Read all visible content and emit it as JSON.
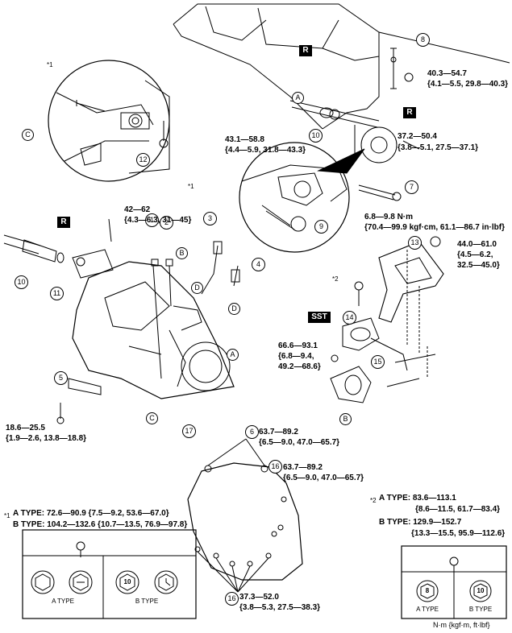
{
  "tags": {
    "r": "R",
    "sst": "SST"
  },
  "callouts": [
    "1",
    "2",
    "3",
    "4",
    "5",
    "6",
    "7",
    "8",
    "9",
    "10",
    "11",
    "12",
    "13",
    "14",
    "15",
    "16",
    "17"
  ],
  "letters": [
    "A",
    "B",
    "C",
    "D"
  ],
  "star1": "*1",
  "star2": "*2",
  "torques": {
    "t8": {
      "line1": "40.3—54.7",
      "line2": "{4.1—5.5, 29.8—40.3}"
    },
    "t_balljoint": {
      "line1": "37.2—50.4",
      "line2": "{3.8—5.1, 27.5—37.1}"
    },
    "t_knuckle": {
      "line1": "43.1—58.8",
      "line2": "{4.4—5.9, 31.8—43.3}"
    },
    "t7": {
      "line1": "6.8—9.8 N·m",
      "line2": "{70.4—99.9 kgf·cm, 61.1—86.7 in·lbf}"
    },
    "t_bracket": {
      "line1": "42—62",
      "line2": "{4.3—6.3, 31—45}"
    },
    "t_mountnut": {
      "line1": "44.0—61.0",
      "line2": "{4.5—6.2,",
      "line3": "32.5—45.0}"
    },
    "t_mount": {
      "line1": "66.6—93.1",
      "line2": "{6.8—9.4,",
      "line3": "49.2—68.6}"
    },
    "t5": {
      "line1": "18.6—25.5",
      "line2": "{1.9—2.6, 13.8—18.8}"
    },
    "t6": {
      "line1": "63.7—89.2",
      "line2": "{6.5—9.0, 47.0—65.7}"
    },
    "t16top": {
      "line1": "63.7—89.2",
      "line2": "{6.5—9.0, 47.0—65.7}"
    },
    "t16bot": {
      "line1": "37.3—52.0",
      "line2": "{3.8—5.3, 27.5—38.3}"
    }
  },
  "legend1": {
    "a_line": "A TYPE: 72.6—90.9 {7.5—9.2, 53.6—67.0}",
    "b_line": "B TYPE: 104.2—132.6 {10.7—13.5, 76.9—97.8}",
    "a_caption": "A TYPE",
    "b_caption": "B TYPE",
    "bolt_b1": "10"
  },
  "legend2": {
    "a_line1": "A TYPE: 83.6—113.1",
    "a_line2": "{8.6—11.5, 61.7—83.4}",
    "b_line1": "B TYPE: 129.9—152.7",
    "b_line2": "{13.3—15.5, 95.9—112.6}",
    "a_caption": "A TYPE",
    "b_caption": "B TYPE",
    "bolt_a": "8",
    "bolt_b": "10"
  },
  "units": "N·m {kgf·m, ft·lbf}"
}
